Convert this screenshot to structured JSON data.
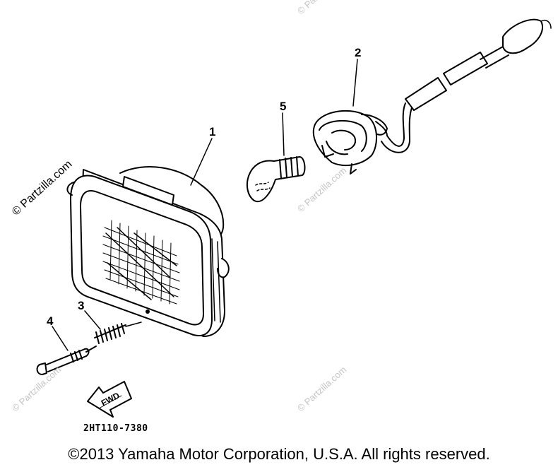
{
  "callouts": {
    "part1": "1",
    "part2": "2",
    "part3": "3",
    "part4": "4",
    "part5": "5"
  },
  "fwd_label": "FWD",
  "diagram_code": "2HT110-7380",
  "copyright": "©2013  Yamaha Motor Corporation, U.S.A. All rights reserved.",
  "watermark": "© Partzilla.com",
  "colors": {
    "ink": "#000000",
    "watermark": "#c4c4c4",
    "background": "#ffffff"
  }
}
